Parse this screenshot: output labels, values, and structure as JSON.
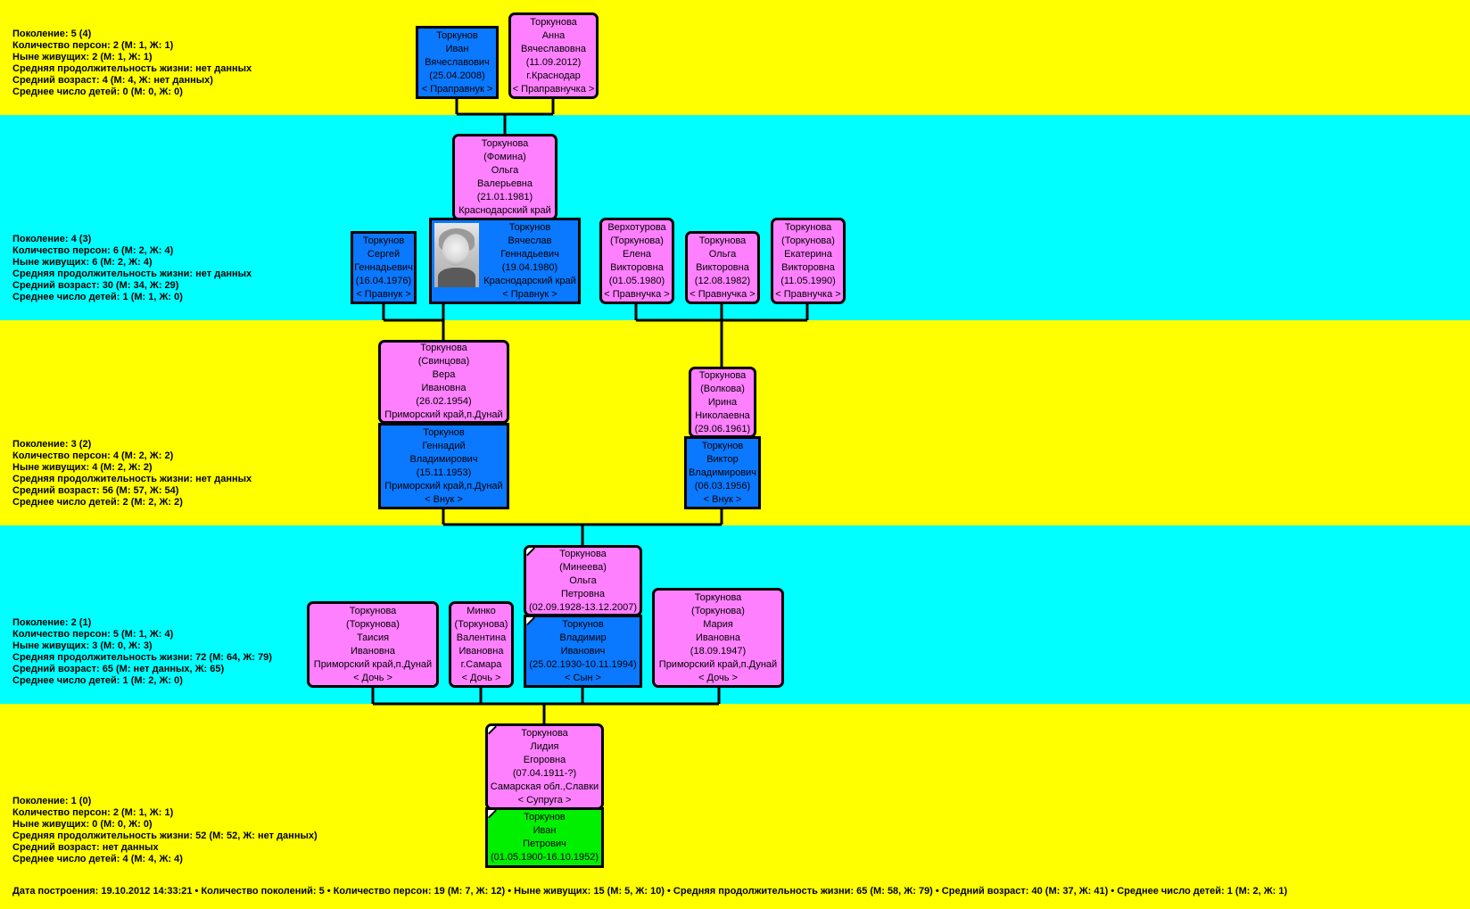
{
  "colors": {
    "band_yellow": "#ffff00",
    "band_cyan": "#00ffff",
    "female": "#ff80ff",
    "male": "#0a78ff",
    "root": "#00f000"
  },
  "generations": [
    {
      "stats": [
        "Поколение: 5 (4)",
        "Количество персон: 2 (М: 1, Ж: 1)",
        "Ныне живущих: 2 (М: 1, Ж: 1)",
        "Средняя продолжительность жизни: нет данных",
        "Средний возраст: 4 (М: 4, Ж: нет данных)",
        "Среднее число детей: 0 (М: 0, Ж: 0)"
      ]
    },
    {
      "stats": [
        "Поколение: 4 (3)",
        "Количество персон: 6 (М: 2, Ж: 4)",
        "Ныне живущих: 6 (М: 2, Ж: 4)",
        "Средняя продолжительность жизни: нет данных",
        "Средний возраст: 30 (М: 34, Ж: 29)",
        "Среднее число детей: 1 (М: 1, Ж: 0)"
      ]
    },
    {
      "stats": [
        "Поколение: 3 (2)",
        "Количество персон: 4 (М: 2, Ж: 2)",
        "Ныне живущих: 4 (М: 2, Ж: 2)",
        "Средняя продолжительность жизни: нет данных",
        "Средний возраст: 56 (М: 57, Ж: 54)",
        "Среднее число детей: 2 (М: 2, Ж: 2)"
      ]
    },
    {
      "stats": [
        "Поколение: 2 (1)",
        "Количество персон: 5 (М: 1, Ж: 4)",
        "Ныне живущих: 3 (М: 0, Ж: 3)",
        "Средняя продолжительность жизни: 72 (М: 64, Ж: 79)",
        "Средний возраст: 65 (М: нет данных, Ж: 65)",
        "Среднее число детей: 1 (М: 2, Ж: 0)"
      ]
    },
    {
      "stats": [
        "Поколение: 1 (0)",
        "Количество персон: 2 (М: 1, Ж: 1)",
        "Ныне живущих: 0 (М: 0, Ж: 0)",
        "Средняя продолжительность жизни: 52 (М: 52, Ж: нет данных)",
        "Средний возраст: нет данных",
        "Среднее число детей: 4 (М: 4, Ж: 4)"
      ]
    }
  ],
  "persons": [
    {
      "id": "ivan-g5",
      "sex": "m",
      "lines": [
        "Торкунов",
        "Иван",
        "Вячеславович",
        "(25.04.2008)",
        "< Праправнук >"
      ]
    },
    {
      "id": "anna-g5",
      "sex": "f",
      "lines": [
        "Торкунова",
        "Анна",
        "Вячеславовна",
        "(11.09.2012)",
        "г.Краснодар",
        "< Праправнучка >"
      ]
    },
    {
      "id": "olga-fomina",
      "sex": "f",
      "lines": [
        "Торкунова",
        "(Фомина)",
        "Ольга",
        "Валерьевна",
        "(21.01.1981)",
        "Краснодарский край"
      ]
    },
    {
      "id": "sergey",
      "sex": "m",
      "lines": [
        "Торкунов",
        "Сергей",
        "Геннадьевич",
        "(16.04.1976)",
        "< Правнук >"
      ]
    },
    {
      "id": "vyacheslav",
      "sex": "m",
      "photo": true,
      "lines": [
        "Торкунов",
        "Вячеслав",
        "Геннадьевич",
        "(19.04.1980)",
        "Краснодарский край",
        "< Правнук >"
      ]
    },
    {
      "id": "elena",
      "sex": "f",
      "lines": [
        "Верхотурова",
        "(Торкунова)",
        "Елена",
        "Викторовна",
        "(01.05.1980)",
        "< Правнучка >"
      ]
    },
    {
      "id": "olga-v",
      "sex": "f",
      "lines": [
        "Торкунова",
        "Ольга",
        "Викторовна",
        "(12.08.1982)",
        "< Правнучка >"
      ]
    },
    {
      "id": "ekaterina",
      "sex": "f",
      "lines": [
        "Торкунова",
        "(Торкунова)",
        "Екатерина",
        "Викторовна",
        "(11.05.1990)",
        "< Правнучка >"
      ]
    },
    {
      "id": "vera",
      "sex": "f",
      "lines": [
        "Торкунова",
        "(Свинцова)",
        "Вера",
        "Ивановна",
        "(26.02.1954)",
        "Приморский край,п.Дунай"
      ]
    },
    {
      "id": "gennadiy",
      "sex": "m",
      "lines": [
        "Торкунов",
        "Геннадий",
        "Владимирович",
        "(15.11.1953)",
        "Приморский край,п.Дунай",
        "< Внук >"
      ]
    },
    {
      "id": "irina",
      "sex": "f",
      "lines": [
        "Торкунова",
        "(Волкова)",
        "Ирина",
        "Николаевна",
        "(29.06.1961)"
      ]
    },
    {
      "id": "viktor",
      "sex": "m",
      "lines": [
        "Торкунов",
        "Виктор",
        "Владимирович",
        "(06.03.1956)",
        "< Внук >"
      ]
    },
    {
      "id": "olga-mineeva",
      "sex": "f",
      "mark": true,
      "lines": [
        "Торкунова",
        "(Минеева)",
        "Ольга",
        "Петровна",
        "(02.09.1928-13.12.2007)"
      ]
    },
    {
      "id": "taisiya",
      "sex": "f",
      "lines": [
        "Торкунова",
        "(Торкунова)",
        "Таисия",
        "Ивановна",
        "Приморский край,п.Дунай",
        "< Дочь >"
      ]
    },
    {
      "id": "valentina",
      "sex": "f",
      "lines": [
        "Минко",
        "(Торкунова)",
        "Валентина",
        "Ивановна",
        "г.Самара",
        "< Дочь >"
      ]
    },
    {
      "id": "vladimir",
      "sex": "m",
      "mark": true,
      "lines": [
        "Торкунов",
        "Владимир",
        "Иванович",
        "(25.02.1930-10.11.1994)",
        "< Сын >"
      ]
    },
    {
      "id": "mariya",
      "sex": "f",
      "lines": [
        "Торкунова",
        "(Торкунова)",
        "Мария",
        "Ивановна",
        "(18.09.1947)",
        "Приморский край,п.Дунай",
        "< Дочь >"
      ]
    },
    {
      "id": "lidiya",
      "sex": "f",
      "mark": true,
      "lines": [
        "Торкунова",
        "Лидия",
        "Егоровна",
        "(07.04.1911-?)",
        "Самарская обл.,Славки",
        "< Супруга >"
      ]
    },
    {
      "id": "ivan-root",
      "sex": "g",
      "mark": true,
      "lines": [
        "Торкунов",
        "Иван",
        "Петрович",
        "(01.05.1900-16.10.1952)"
      ]
    }
  ],
  "footer": "Дата построения: 19.10.2012 14:33:21 • Количество поколений: 5 • Количество персон: 19 (М: 7, Ж: 12) • Ныне живущих: 15 (М: 5, Ж: 10) • Средняя продолжительность жизни: 65 (М: 58, Ж: 79) • Средний возраст: 40 (М: 37, Ж: 41) • Среднее число детей: 1 (М: 2, Ж: 1)"
}
